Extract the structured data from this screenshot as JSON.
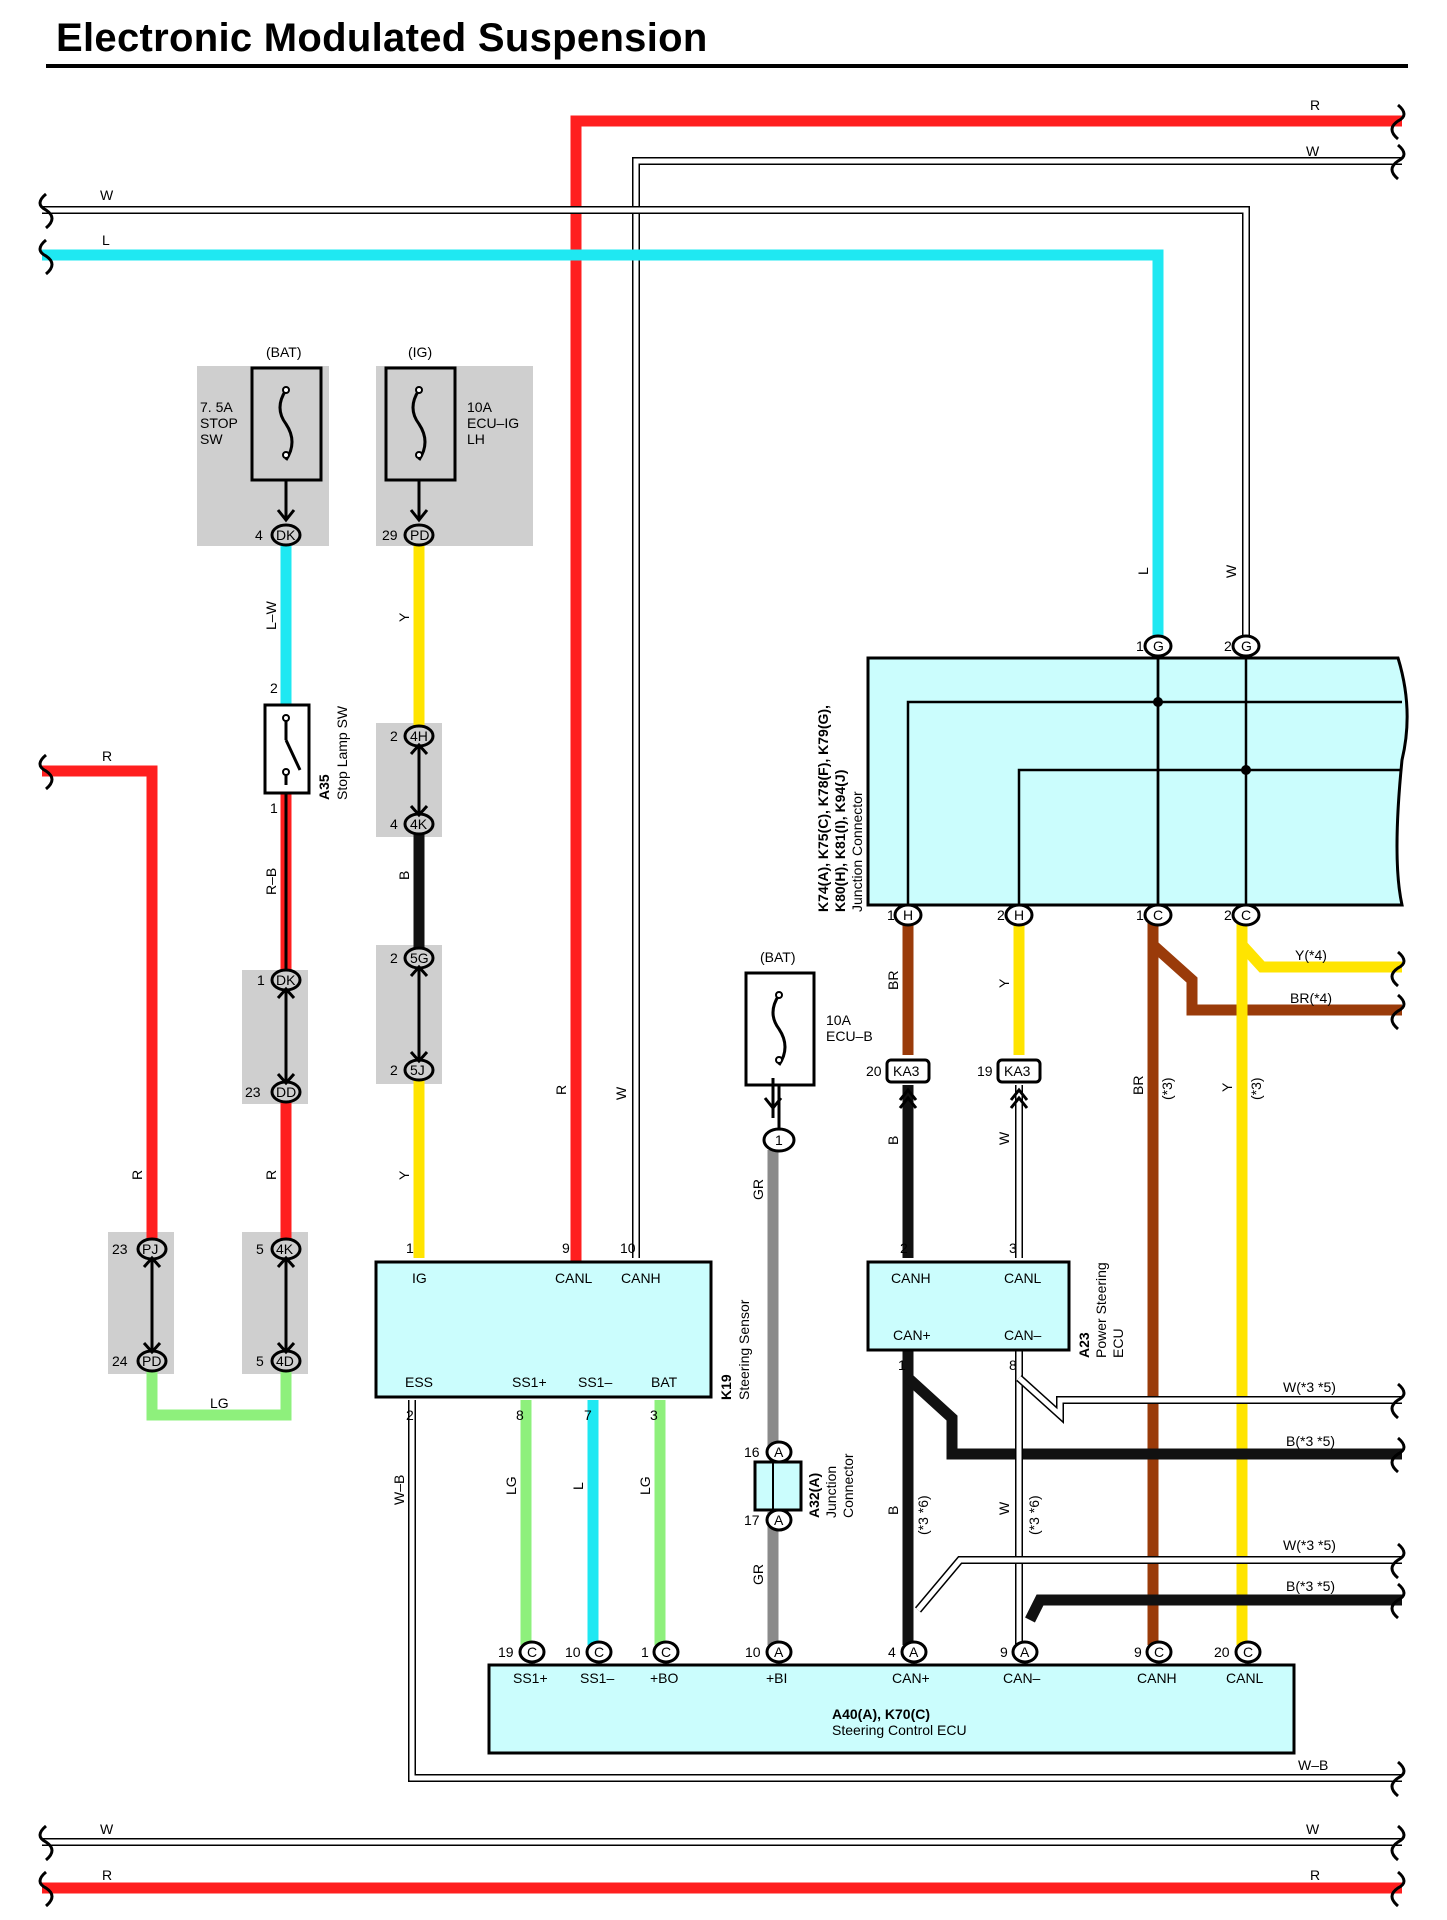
{
  "title": "Electronic Modulated Suspension",
  "colors": {
    "R": "#ff1f1f",
    "L": "#1fe8f2",
    "Y": "#ffe400",
    "LG": "#8ef07c",
    "BR": "#9a3b0a",
    "B": "#111111",
    "GR": "#8a8a8a",
    "W": "#ffffff",
    "component_fill": "#cbfdfd",
    "splice_fill": "#cfcfcf"
  },
  "wire_labels": {
    "top_R": "R",
    "top_W": "W",
    "left_W": "W",
    "left_L": "L",
    "right_L": "L",
    "right_W": "W",
    "left_R": "R",
    "left_R2": "R",
    "stop_LW": "L–W",
    "stop_RB": "R–B",
    "dd_R": "R",
    "lg_bottom": "LG",
    "ig_Y1": "Y",
    "ig_B": "B",
    "ig_Y2": "Y",
    "canl_R": "R",
    "canh_W": "W",
    "ess_WB": "W–B",
    "ss1p_LG": "LG",
    "ss1m_L": "L",
    "bat_LG": "LG",
    "gr1": "GR",
    "gr2": "GR",
    "br1": "BR",
    "y1": "Y",
    "b1": "B",
    "w1": "W",
    "br2": "BR",
    "br2_note": "(*3)",
    "y2": "Y",
    "y2_note": "(*3)",
    "y4": "Y(*4)",
    "br4": "BR(*4)",
    "ecu_b": "B",
    "ecu_b_note": "(*3 *6)",
    "ecu_w": "W",
    "ecu_w_note": "(*3 *6)",
    "w35a": "W(*3 *5)",
    "b35a": "B(*3 *5)",
    "w35b": "W(*3 *5)",
    "b35b": "B(*3 *5)",
    "wb_right": "W–B",
    "bottom_W_l": "W",
    "bottom_W_r": "W",
    "bottom_R_l": "R",
    "bottom_R_r": "R"
  },
  "fuses": {
    "stop": {
      "supply": "(BAT)",
      "l1": "7. 5A",
      "l2": "STOP",
      "l3": "SW"
    },
    "ecuig": {
      "supply": "(IG)",
      "l1": "10A",
      "l2": "ECU–IG",
      "l3": "LH"
    },
    "ecub": {
      "supply": "(BAT)",
      "l1": "10A",
      "l2": "ECU–B"
    }
  },
  "connectors": {
    "dk_top": {
      "pin": "4",
      "code": "DK"
    },
    "pd_top": {
      "pin": "29",
      "code": "PD"
    },
    "h4": {
      "pin": "2",
      "code": "4H"
    },
    "k4a": {
      "pin": "4",
      "code": "4K"
    },
    "g5": {
      "pin": "2",
      "code": "5G"
    },
    "j5": {
      "pin": "2",
      "code": "5J"
    },
    "dk_mid": {
      "pin": "1",
      "code": "DK"
    },
    "dd": {
      "pin": "23",
      "code": "DD"
    },
    "pj": {
      "pin": "23",
      "code": "PJ"
    },
    "pd_bot": {
      "pin": "24",
      "code": "PD"
    },
    "k4b": {
      "pin": "5",
      "code": "4K"
    },
    "d4": {
      "pin": "5",
      "code": "4D"
    },
    "g1": {
      "pin": "1",
      "code": "G"
    },
    "g2": {
      "pin": "2",
      "code": "G"
    },
    "h1": {
      "pin": "1",
      "code": "H"
    },
    "h2": {
      "pin": "2",
      "code": "H"
    },
    "c1": {
      "pin": "1",
      "code": "C"
    },
    "c2": {
      "pin": "2",
      "code": "C"
    },
    "ka3a": {
      "pin": "20",
      "code": "KA3"
    },
    "ka3b": {
      "pin": "19",
      "code": "KA3"
    },
    "fuse_out": {
      "code": "1"
    },
    "a16": {
      "pin": "16",
      "code": "A"
    },
    "a17": {
      "pin": "17",
      "code": "A"
    },
    "e19": {
      "pin": "19",
      "code": "C"
    },
    "e10a": {
      "pin": "10",
      "code": "C"
    },
    "e1": {
      "pin": "1",
      "code": "C"
    },
    "e10b": {
      "pin": "10",
      "code": "A"
    },
    "e4": {
      "pin": "4",
      "code": "A"
    },
    "e9a": {
      "pin": "9",
      "code": "A"
    },
    "e9b": {
      "pin": "9",
      "code": "C"
    },
    "e20": {
      "pin": "20",
      "code": "C"
    }
  },
  "stop_switch": {
    "pin_top": "2",
    "pin_bot": "1",
    "id": "A35",
    "name": "Stop Lamp SW"
  },
  "steering_sensor": {
    "id": "K19",
    "name": "Steering Sensor",
    "pin_IG": "1",
    "pin_CANL": "9",
    "pin_CANH": "10",
    "pin_ESS": "2",
    "pin_SS1p": "8",
    "pin_SS1m": "7",
    "pin_BAT": "3",
    "t_IG": "IG",
    "t_CANL": "CANL",
    "t_CANH": "CANH",
    "t_ESS": "ESS",
    "t_SS1p": "SS1+",
    "t_SS1m": "SS1–",
    "t_BAT": "BAT"
  },
  "junction_connector": {
    "l1": "K74(A), K75(C), K78(F), K79(G),",
    "l2": "K80(H), K81(I), K94(J)",
    "l3": "Junction Connector"
  },
  "a32": {
    "id": "A32(A)",
    "l1": "Junction",
    "l2": "Connector"
  },
  "power_steering": {
    "id": "A23",
    "l1": "Power Steering",
    "l2": "ECU",
    "pin_CANH": "2",
    "pin_CANL": "3",
    "pin_CANp": "1",
    "pin_CANm": "8",
    "t_CANH": "CANH",
    "t_CANL": "CANL",
    "t_CANp": "CAN+",
    "t_CANm": "CAN–"
  },
  "steering_ecu": {
    "id": "A40(A), K70(C)",
    "name": "Steering Control ECU",
    "t1": "SS1+",
    "t2": "SS1–",
    "t3": "+BO",
    "t4": "+BI",
    "t5": "CAN+",
    "t6": "CAN–",
    "t7": "CANH",
    "t8": "CANL"
  }
}
